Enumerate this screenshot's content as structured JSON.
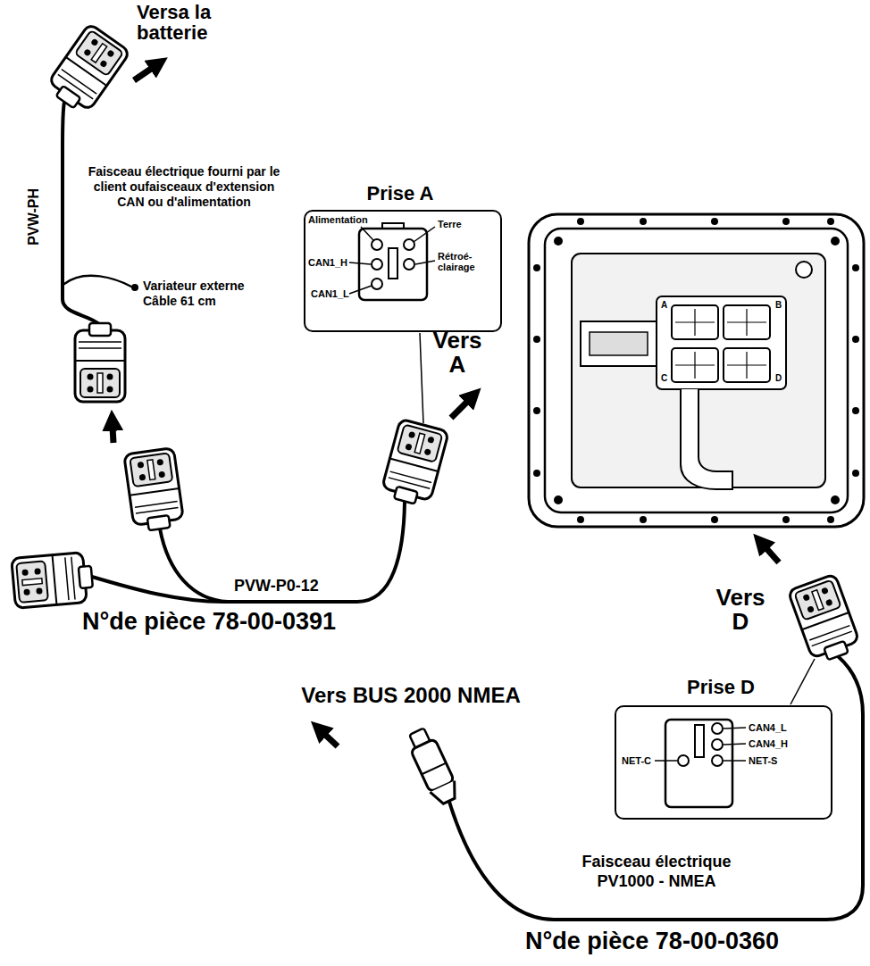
{
  "diagram": {
    "nodes": [
      {
        "text": [
          "Prise A",
          "Alimentation",
          "Terre",
          "CAN1_H",
          "Rétroé- clairage",
          "CAN1_L"
        ]
      },
      {
        "text": [
          "Prise D",
          "CAN4_L",
          "CAN4_H",
          "NET-C",
          "NET-S"
        ]
      }
    ],
    "labels": [
      "Versa la batterie",
      "PVW-PH",
      "Faisceau électrique fourni par le client oufaisceaux d'extension CAN ou d'alimentation",
      "Variateur externe Câble 61 cm",
      "Vers A",
      "A",
      "B",
      "C",
      "D",
      "PVW-P0-12",
      "N°de pièce 78-00-0391",
      "Vers D",
      "Vers BUS 2000 NMEA",
      "Faisceau électrique PV1000 - NMEA",
      "N°de pièce 78-00-0360"
    ]
  }
}
